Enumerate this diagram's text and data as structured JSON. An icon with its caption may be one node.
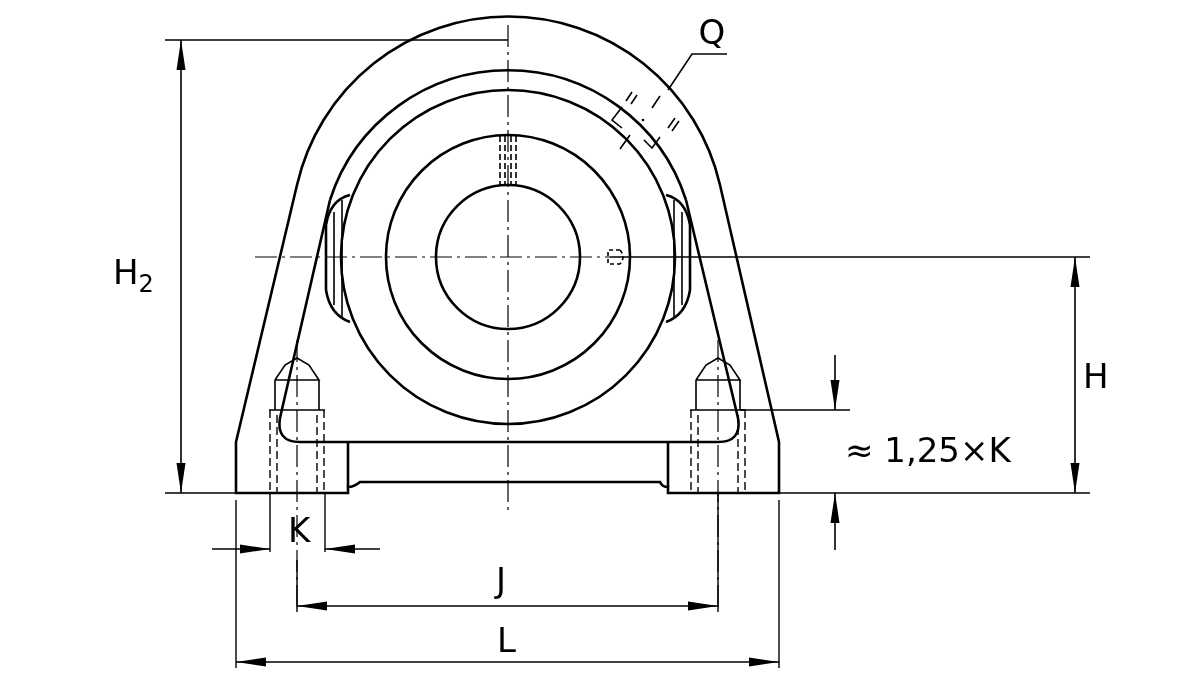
{
  "diagram": {
    "nodes": [
      {
        "text": [
          "Q"
        ]
      },
      {
        "text": [],
        "shape": "picture"
      }
    ],
    "edges": [
      {
        "from": 0,
        "to": 1,
        "arrow": "none"
      }
    ],
    "labels": [
      "H$_{2}$",
      "H",
      "≈ 1,25×K",
      "K",
      "J",
      "L"
    ]
  }
}
